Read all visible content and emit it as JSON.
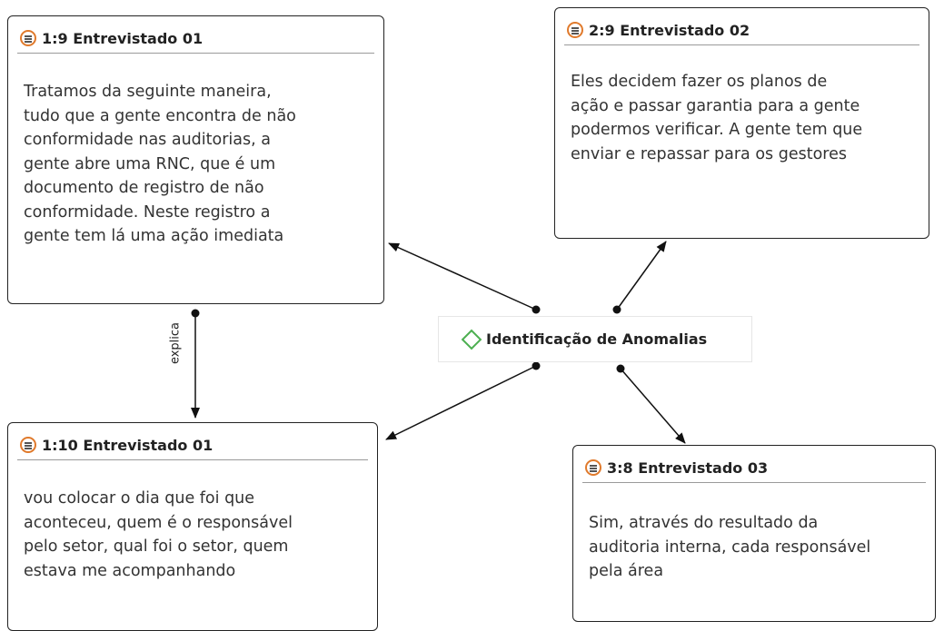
{
  "quotes": [
    {
      "id": "q-1-9",
      "title": "1:9 Entrevistado 01",
      "text": " Tratamos da seguinte maneira,\ntudo que a gente encontra de não\nconformidade nas  auditorias, a\ngente abre uma RNC, que é um\ndocumento de registro de não\nconformidade. Neste registro  a\ngente tem lá uma ação imediata"
    },
    {
      "id": "q-2-9",
      "title": "2:9 Entrevistado 02",
      "text": "Eles decidem fazer os planos de\nação e passar garantia para a gente\npodermos verificar. A gente tem que\nenviar e repassar para os gestores"
    },
    {
      "id": "q-1-10",
      "title": "1:10 Entrevistado 01",
      "text": "vou colocar o dia que foi que\naconteceu, quem é o responsável\npelo setor, qual foi o setor,  quem\nestava me acompanhando"
    },
    {
      "id": "q-3-8",
      "title": "3:8 Entrevistado 03",
      "text": "Sim, através do resultado da\nauditoria interna, cada responsável\npela área"
    }
  ],
  "code": {
    "label": "Identificação de Anomalias",
    "icon": "diamond-code-icon",
    "icon_color": "#4caf50"
  },
  "relation": {
    "label": "explica"
  },
  "quote_icon": {
    "name": "quotation-icon",
    "color": "#e07a2c"
  }
}
